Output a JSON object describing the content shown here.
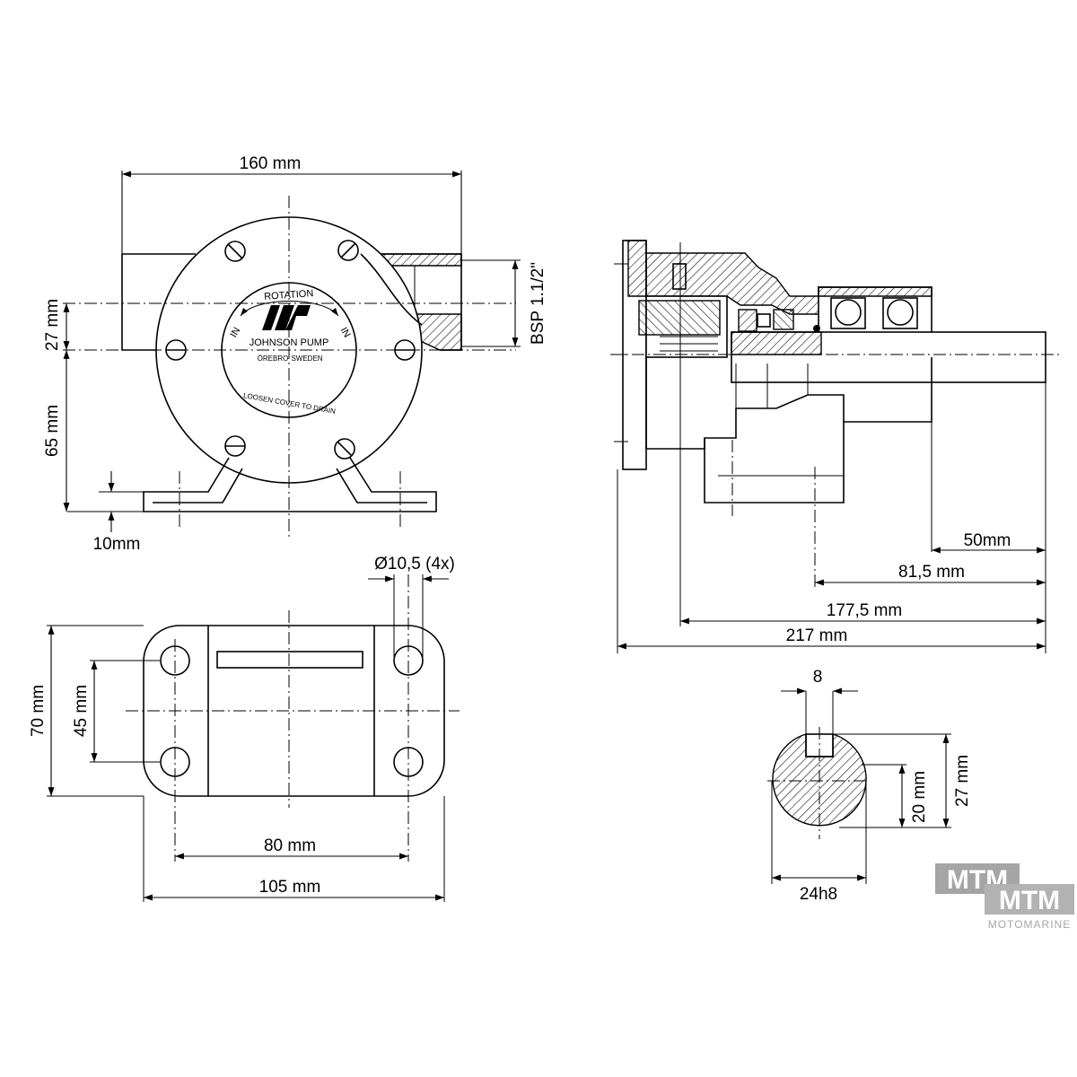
{
  "dimensions": {
    "width_160": "160 mm",
    "port_thread": "BSP 1.1/2\"",
    "height_27": "27 mm",
    "height_65": "65 mm",
    "foot_10": "10mm",
    "hole_dia": "Ø10,5 (4x)",
    "base_70": "70 mm",
    "base_45": "45 mm",
    "base_80": "80 mm",
    "base_105": "105 mm",
    "shaft_50": "50mm",
    "len_81_5": "81,5 mm",
    "len_177_5": "177,5 mm",
    "len_217": "217 mm",
    "key_8": "8",
    "key_27": "27 mm",
    "key_20": "20 mm",
    "shaft_dia": "24h8"
  },
  "plate": {
    "rotation": "ROTATION",
    "in_left": "IN",
    "in_right": "IN",
    "brand": "JOHNSON PUMP",
    "city": "ÖREBRO",
    "country": "SWEDEN",
    "drain": "LOOSEN COVER TO DRAIN"
  },
  "watermark": {
    "logo": "MTM",
    "name": "MOTOMARINE"
  }
}
